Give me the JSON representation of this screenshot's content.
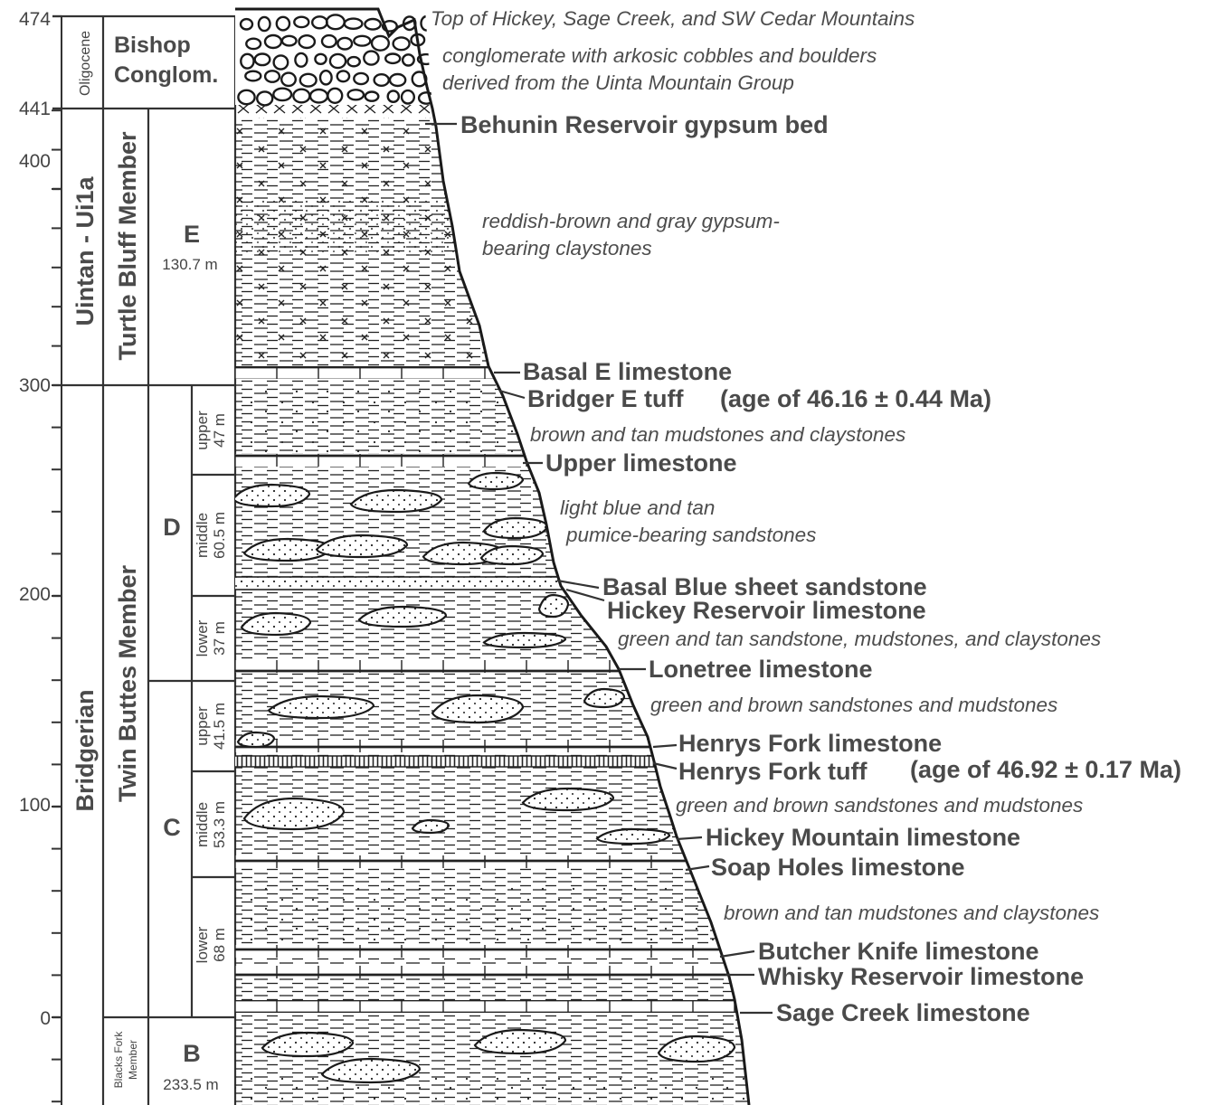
{
  "axis": {
    "ticks": [
      {
        "label": "474",
        "value": 474
      },
      {
        "label": "441",
        "value": 441
      },
      {
        "label": "400",
        "value": 400
      },
      {
        "label": "300",
        "value": 300
      },
      {
        "label": "200",
        "value": 200
      },
      {
        "label": "100",
        "value": 100
      },
      {
        "label": "0",
        "value": 0
      }
    ]
  },
  "units": {
    "epochs": {
      "oligocene": "Oligocene",
      "uintan": "Uintan - Ui1a",
      "bridgerian": "Bridgerian"
    },
    "formations": {
      "bishop": [
        "Bishop",
        "Conglom."
      ],
      "turtle_bluff": "Turtle Bluff Member",
      "twin_buttes": "Twin Buttes Member",
      "blacks_fork": [
        "Blacks Fork",
        "Member"
      ]
    },
    "members": {
      "e": {
        "letter": "E",
        "thickness": "130.7 m"
      },
      "d": {
        "letter": "D"
      },
      "c": {
        "letter": "C"
      },
      "b": {
        "letter": "B",
        "thickness": "233.5 m"
      }
    },
    "subunits": {
      "d_upper": [
        "upper",
        "47 m"
      ],
      "d_middle": [
        "middle",
        "60.5 m"
      ],
      "d_lower": [
        "lower",
        "37 m"
      ],
      "c_upper": [
        "upper",
        "41.5 m"
      ],
      "c_middle": [
        "middle",
        "53.3 m"
      ],
      "c_lower": [
        "lower",
        "68 m"
      ]
    }
  },
  "beds": {
    "behunin": "Behunin Reservoir gypsum bed",
    "basal_e": "Basal E limestone",
    "bridger_e_tuff": "Bridger E tuff",
    "bridger_e_age": "(age of 46.16 ± 0.44 Ma)",
    "upper_ls": "Upper limestone",
    "basal_blue": "Basal Blue sheet sandstone",
    "hickey_res": "Hickey Reservoir limestone",
    "lonetree": "Lonetree limestone",
    "henrys_ls": "Henrys Fork limestone",
    "henrys_tuff": "Henrys Fork tuff",
    "henrys_age": "(age of 46.92 ± 0.17 Ma)",
    "hickey_mtn": "Hickey Mountain limestone",
    "soap_holes": "Soap Holes limestone",
    "butcher_knife": "Butcher Knife limestone",
    "whisky_res": "Whisky Reservoir limestone",
    "sage_creek": "Sage Creek limestone"
  },
  "notes": {
    "top": "Top of Hickey, Sage Creek, and SW Cedar Mountains",
    "conglomerate": [
      "conglomerate with arkosic cobbles and boulders",
      "derived from the Uinta Mountain Group"
    ],
    "gypsum": [
      "reddish-brown and gray gypsum-",
      "bearing claystones"
    ],
    "brown_tan_1": "brown and tan mudstones and claystones",
    "pumice": [
      "light blue and tan",
      "pumice-bearing sandstones"
    ],
    "green_tan": "green and tan sandstone, mudstones, and claystones",
    "green_brown_1": "green and brown sandstones and mudstones",
    "green_brown_2": "green and brown sandstones and mudstones",
    "brown_tan_2": "brown and tan mudstones and claystones"
  },
  "colors": {
    "ink": "#1a1a1a",
    "label": "#4a4a4a",
    "note": "#4d4d4d"
  }
}
